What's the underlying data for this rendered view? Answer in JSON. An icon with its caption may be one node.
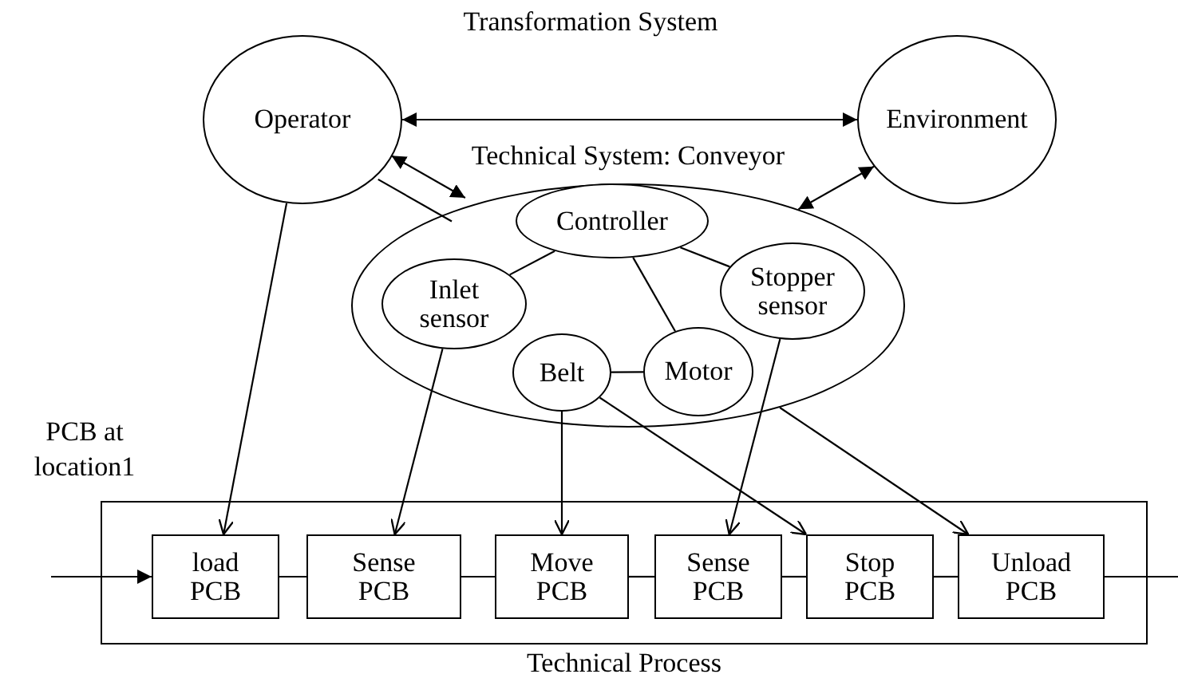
{
  "diagram": {
    "title": "Transformation System",
    "nodes": [
      {
        "text": [
          "Operator"
        ]
      },
      {
        "text": [
          "Environment"
        ]
      },
      {
        "text": [
          "Technical System: Conveyor"
        ]
      },
      {
        "text": [
          "Controller"
        ],
        "in": 2
      },
      {
        "text": [
          "Inlet sensor"
        ],
        "in": 2
      },
      {
        "text": [
          "Stopper sensor"
        ],
        "in": 2
      },
      {
        "text": [
          "Belt"
        ],
        "in": 2
      },
      {
        "text": [
          "Motor"
        ],
        "in": 2
      },
      {
        "text": [
          "Technical Process"
        ]
      },
      {
        "text": [
          "load PCB"
        ],
        "in": 8
      },
      {
        "text": [
          "Sense PCB"
        ],
        "in": 8
      },
      {
        "text": [
          "Move PCB"
        ],
        "in": 8
      },
      {
        "text": [
          "Sense PCB"
        ],
        "in": 8
      },
      {
        "text": [
          "Stop PCB"
        ],
        "in": 8
      },
      {
        "text": [
          "Unload PCB"
        ],
        "in": 8
      }
    ],
    "edges": [
      {
        "from": 0,
        "to": 1,
        "arrow": "both"
      },
      {
        "from": 0,
        "to": 2,
        "arrow": "both"
      },
      {
        "from": 0,
        "to": 2,
        "arrow": "none"
      },
      {
        "from": 1,
        "to": 2,
        "arrow": "both"
      },
      {
        "from": 3,
        "to": 4,
        "arrow": "none"
      },
      {
        "from": 3,
        "to": 5,
        "arrow": "none"
      },
      {
        "from": 3,
        "to": 7,
        "arrow": "none"
      },
      {
        "from": 6,
        "to": 7,
        "arrow": "none"
      },
      {
        "from": 0,
        "to": 9,
        "arrow": "to"
      },
      {
        "from": 4,
        "to": 10,
        "arrow": "to"
      },
      {
        "from": 6,
        "to": 11,
        "arrow": "to"
      },
      {
        "from": 6,
        "to": 13,
        "arrow": "to"
      },
      {
        "from": 5,
        "to": 12,
        "arrow": "to"
      },
      {
        "from": 2,
        "to": 14,
        "arrow": "to"
      },
      {
        "from": null,
        "to": 9,
        "arrow": "to"
      },
      {
        "from": 9,
        "to": 10,
        "arrow": "none"
      },
      {
        "from": 10,
        "to": 11,
        "arrow": "none"
      },
      {
        "from": 11,
        "to": 12,
        "arrow": "none"
      },
      {
        "from": 12,
        "to": 13,
        "arrow": "none"
      },
      {
        "from": 13,
        "to": 14,
        "arrow": "none"
      },
      {
        "from": 14,
        "to": null,
        "arrow": "none"
      }
    ],
    "labels": [
      "PCB at location1"
    ]
  }
}
